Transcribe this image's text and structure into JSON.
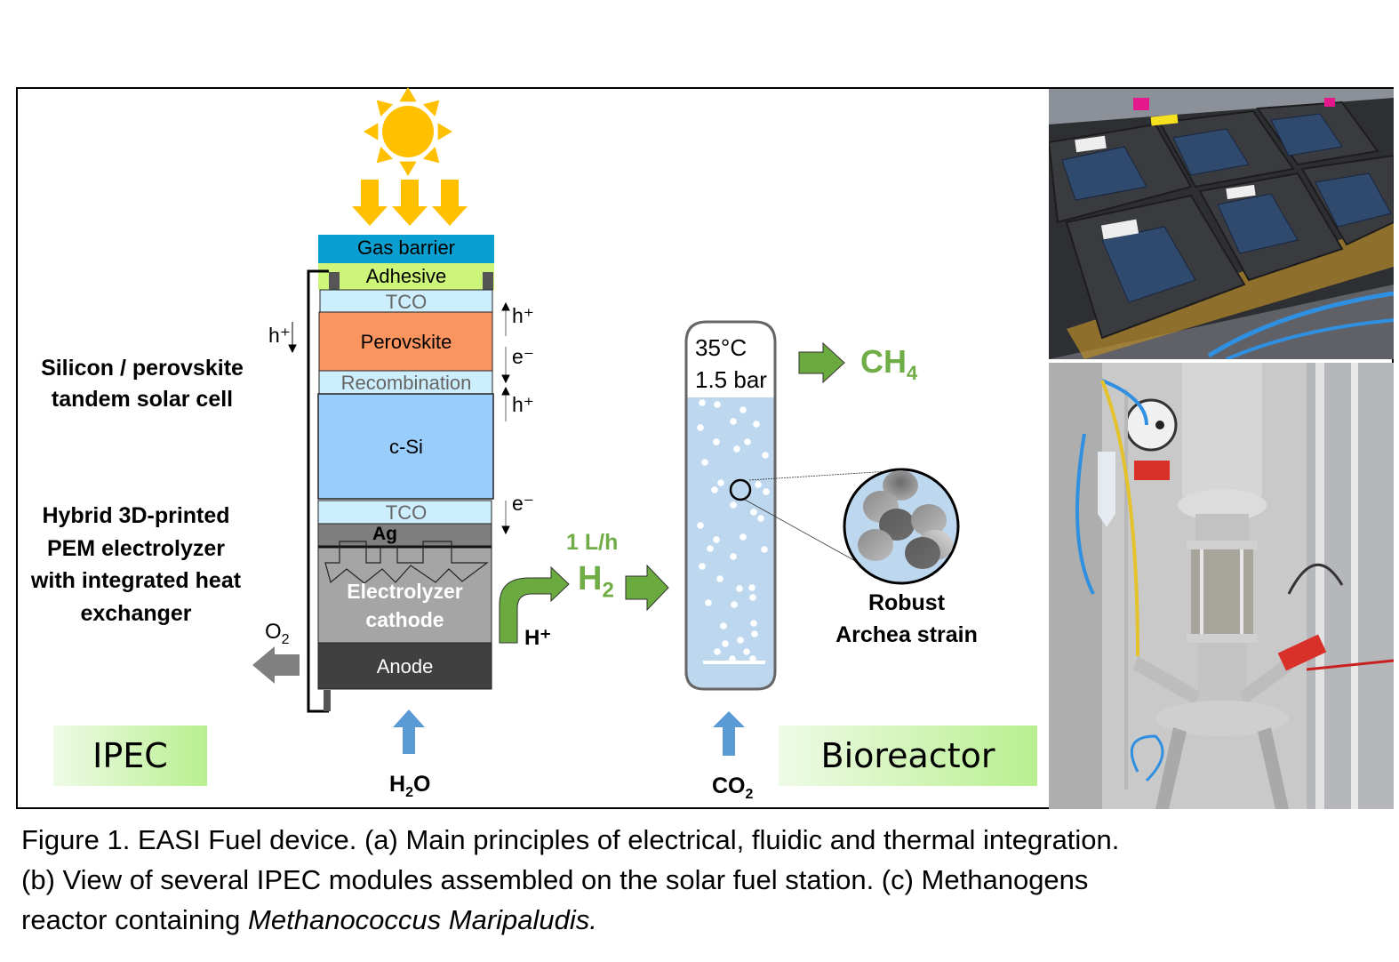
{
  "panel_a": {
    "stack_layers": [
      {
        "name": "gas-barrier",
        "label": "Gas barrier",
        "color": "#0b9ed1",
        "text_color": "#111111"
      },
      {
        "name": "adhesive",
        "label": "Adhesive",
        "color": "#ccf57a",
        "text_color": "#111111"
      },
      {
        "name": "tco-top",
        "label": "TCO",
        "color": "#cdeefd",
        "text_color": "#666666"
      },
      {
        "name": "perovskite",
        "label": "Perovskite",
        "color": "#fb9560",
        "text_color": "#111111"
      },
      {
        "name": "recombination",
        "label": "Recombination",
        "color": "#cdeefd",
        "text_color": "#666666"
      },
      {
        "name": "c-si",
        "label": "c-Si",
        "color": "#99cdfc",
        "text_color": "#111111"
      },
      {
        "name": "tco-bottom",
        "label": "TCO",
        "color": "#cdeefd",
        "text_color": "#666666"
      },
      {
        "name": "ag",
        "label": "Ag",
        "color": "#7f7f7f",
        "text_color": "#000000"
      },
      {
        "name": "electrolyzer-cathode",
        "label_line1": "Electrolyzer",
        "label_line2": "cathode",
        "color": "#a5a5a5",
        "text_color": "#ffffff"
      },
      {
        "name": "anode",
        "label": "Anode",
        "color": "#404040",
        "text_color": "#ffffff"
      }
    ],
    "carrier_labels": {
      "h_plus_left": "h⁺",
      "h_plus_top": "h⁺",
      "e_minus_top": "e⁻",
      "h_plus_mid": "h⁺",
      "e_minus_bottom": "e⁻"
    },
    "side_labels": {
      "solar_cell_line1": "Silicon / perovskite",
      "solar_cell_line2": "tandem solar cell",
      "electrolyzer_line1": "Hybrid 3D-printed",
      "electrolyzer_line2": "PEM electrolyzer",
      "electrolyzer_line3": "with integrated heat",
      "electrolyzer_line4": "exchanger"
    },
    "o2_label": "O",
    "o2_sub": "2",
    "h_plus_out": "H⁺",
    "h2_rate": "1 L/h",
    "h2_label": "H",
    "h2_sub": "2",
    "h2o_label": "H",
    "h2o_sub": "2",
    "h2o_tail": "O",
    "ipec_badge": "IPEC",
    "bioreactor": {
      "temperature": "35°C",
      "pressure": "1.5 bar",
      "product": "CH",
      "product_sub": "4",
      "input": "CO",
      "input_sub": "2",
      "strain_line1": "Robust",
      "strain_line2": "Archea strain",
      "badge": "Bioreactor"
    },
    "colors": {
      "sun": "#ffc000",
      "green_arrow": "#6aaa3e",
      "green_text": "#70ad47",
      "blue_arrow": "#5b9bd5",
      "gray_arrow": "#808080",
      "reactor_fill": "#bdd7ee"
    }
  },
  "panel_b": {
    "description": "Photo: several IPEC modules assembled on the solar fuel station"
  },
  "panel_c": {
    "description": "Photo: methanogens reactor"
  },
  "caption": {
    "line1": "Figure 1. EASI Fuel device. (a) Main principles of electrical, fluidic and thermal integration.",
    "line2": "(b) View of several IPEC modules assembled on the solar fuel station. (c) Methanogens",
    "line3_plain": "reactor containing ",
    "line3_italic": "Methanococcus Maripaludis."
  }
}
